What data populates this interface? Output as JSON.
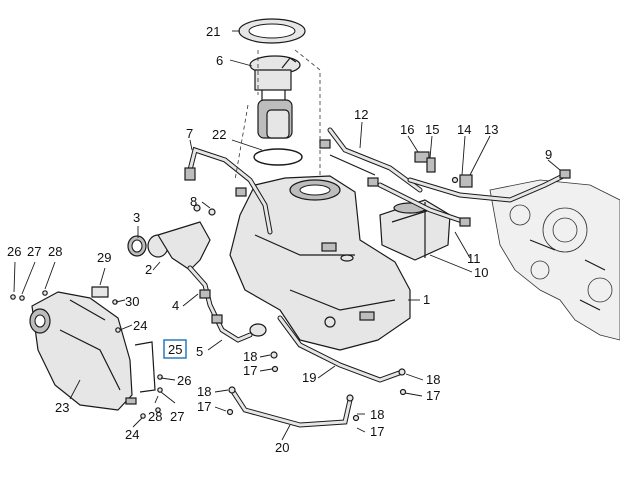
{
  "callouts": {
    "c1": "1",
    "c2": "2",
    "c3": "3",
    "c4": "4",
    "c5": "5",
    "c6": "6",
    "c7": "7",
    "c8": "8",
    "c9": "9",
    "c10": "10",
    "c11": "11",
    "c12": "12",
    "c13": "13",
    "c14": "14",
    "c15": "15",
    "c16": "16",
    "c17a": "17",
    "c17b": "17",
    "c17c": "17",
    "c17d": "17",
    "c18a": "18",
    "c18b": "18",
    "c18c": "18",
    "c18d": "18",
    "c19": "19",
    "c20": "20",
    "c21": "21",
    "c22": "22",
    "c23": "23",
    "c24a": "24",
    "c24b": "24",
    "c25": "25",
    "c26a": "26",
    "c26b": "26",
    "c27a": "27",
    "c27b": "27",
    "c28a": "28",
    "c28b": "28",
    "c29": "29",
    "c30": "30"
  },
  "highlight": {
    "label": "25",
    "color": "#2a7bbd"
  }
}
